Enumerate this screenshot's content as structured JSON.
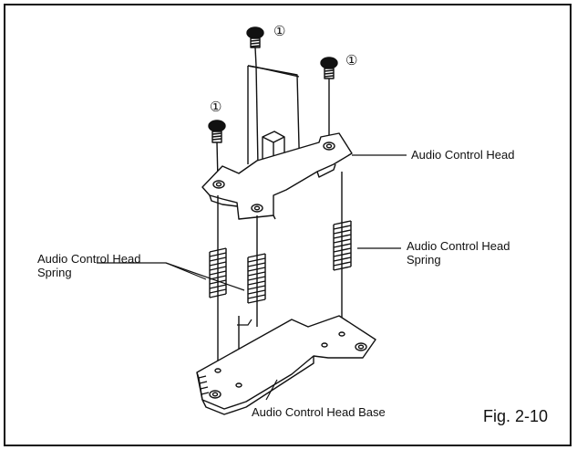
{
  "labels": {
    "audio_control_head": "Audio Control Head",
    "spring_left": "Audio Control Head\nSpring",
    "spring_right": "Audio Control Head\nSpring",
    "head_base": "Audio Control Head Base"
  },
  "screw_callouts": [
    "①",
    "①",
    "①"
  ],
  "figure_caption": "Fig. 2-10"
}
